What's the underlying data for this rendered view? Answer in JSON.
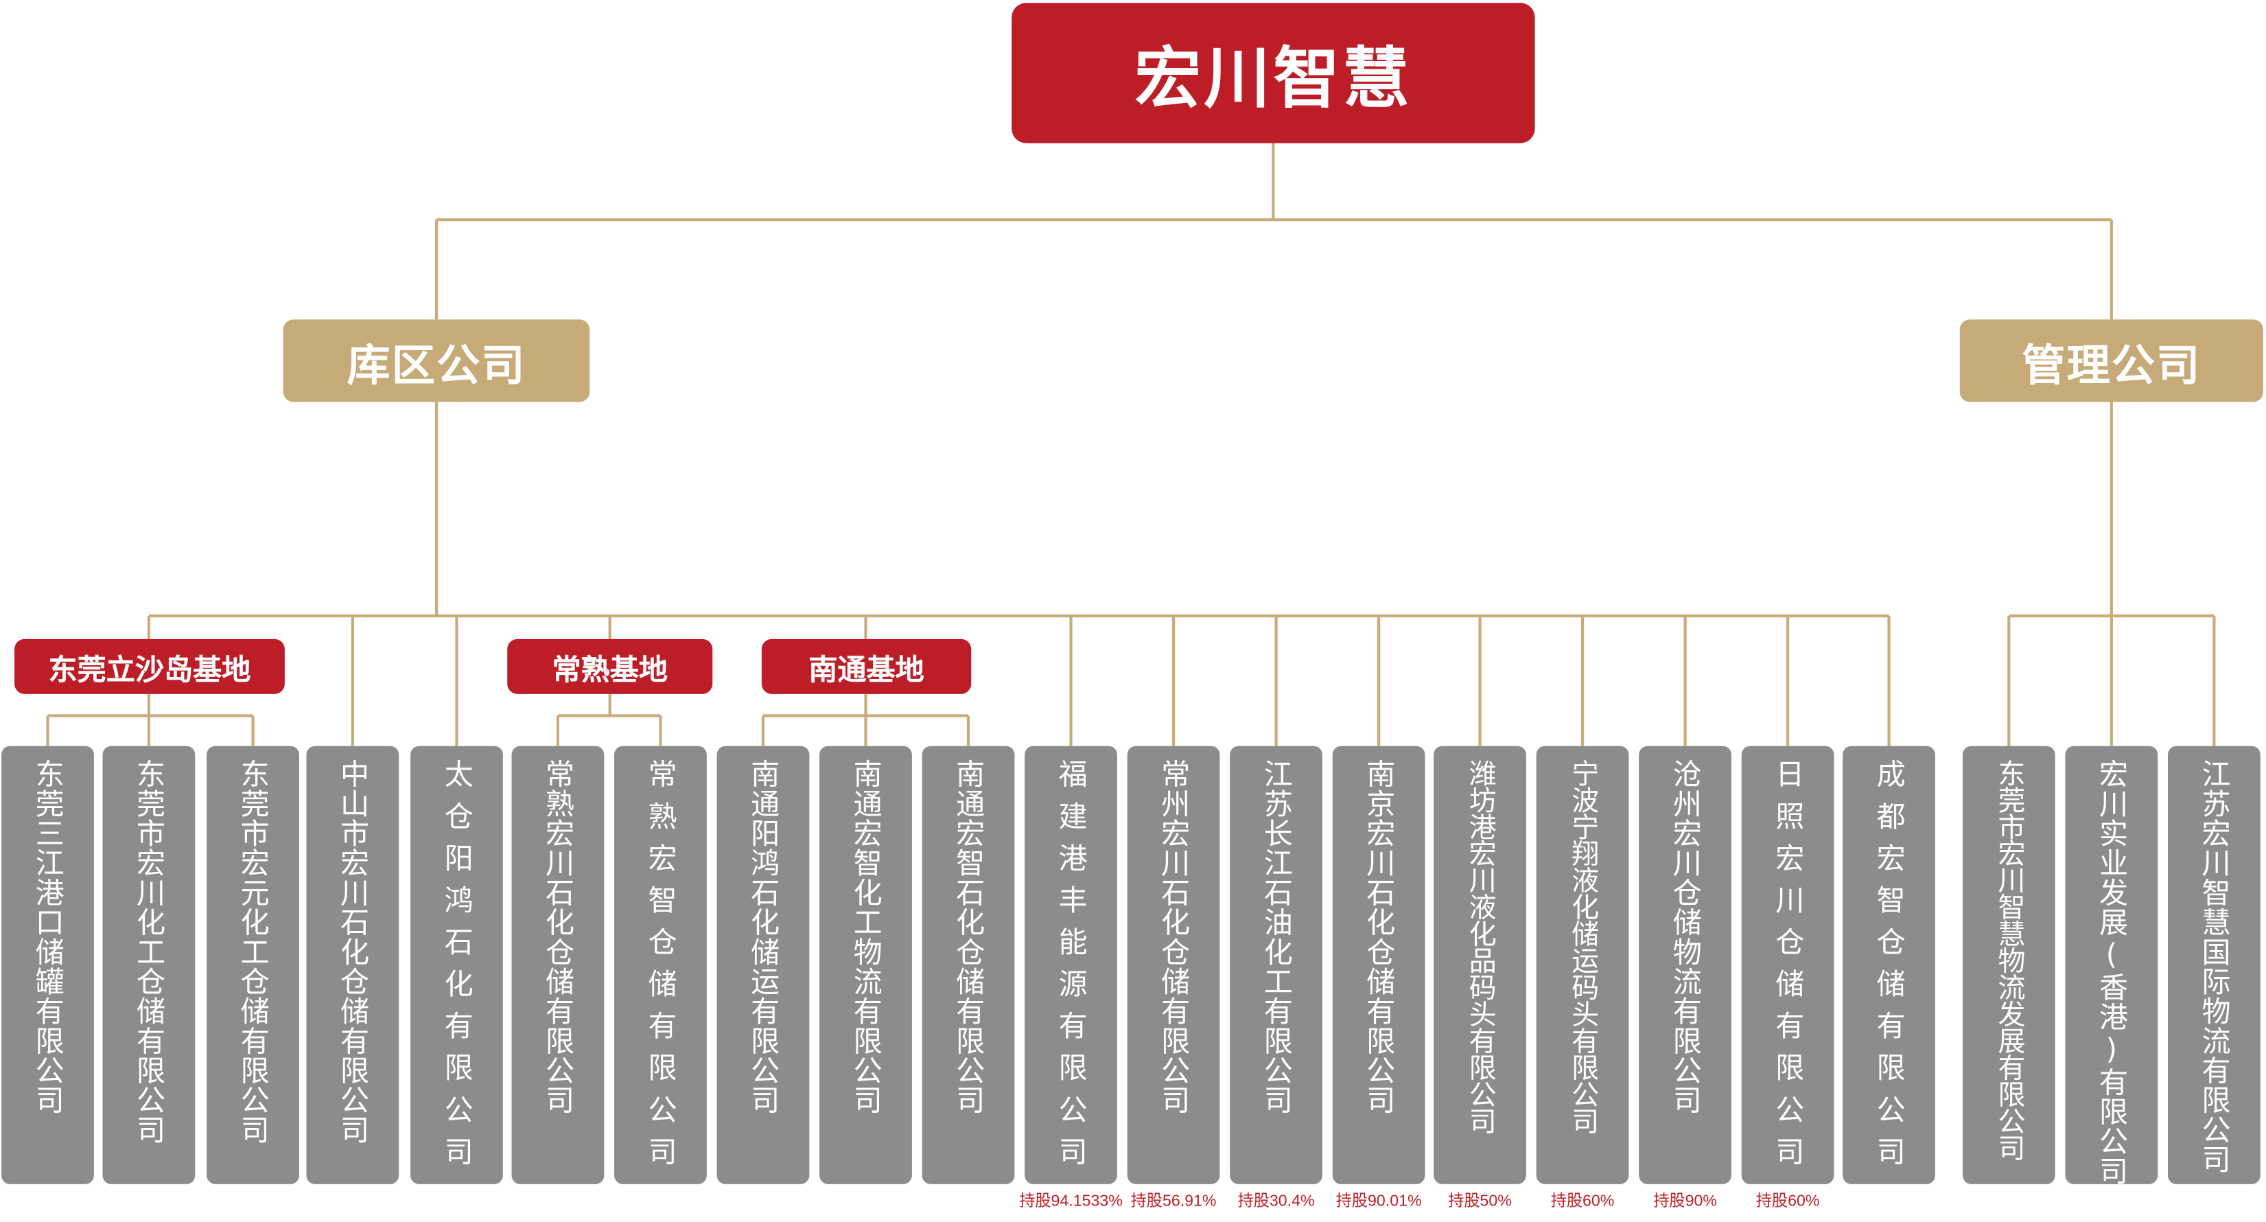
{
  "colors": {
    "root_red": "#bd1d26",
    "mid_gold": "#c6aa78",
    "line_gold": "#c8ac7c",
    "card_grey": "#8c8c8c",
    "stake_red": "#bd1d26"
  },
  "root": {
    "label": "宏川智慧"
  },
  "divisions": {
    "kuqu": {
      "label": "库区公司"
    },
    "guanli": {
      "label": "管理公司"
    }
  },
  "bases": {
    "dongguan": {
      "label": "东莞立沙岛基地"
    },
    "changshu": {
      "label": "常熟基地"
    },
    "nantong": {
      "label": "南通基地"
    }
  },
  "companies": [
    {
      "name": "东莞三江港口储罐有限公司",
      "stake": ""
    },
    {
      "name": "东莞市宏川化工仓储有限公司",
      "stake": ""
    },
    {
      "name": "东莞市宏元化工仓储有限公司",
      "stake": ""
    },
    {
      "name": "中山市宏川石化仓储有限公司",
      "stake": ""
    },
    {
      "name": "太仓阳鸿石化有限公司",
      "stake": ""
    },
    {
      "name": "常熟宏川石化仓储有限公司",
      "stake": ""
    },
    {
      "name": "常熟宏智仓储有限公司",
      "stake": ""
    },
    {
      "name": "南通阳鸿石化储运有限公司",
      "stake": ""
    },
    {
      "name": "南通宏智化工物流有限公司",
      "stake": ""
    },
    {
      "name": "南通宏智石化仓储有限公司",
      "stake": ""
    },
    {
      "name": "福建港丰能源有限公司",
      "stake": "持股94.1533%"
    },
    {
      "name": "常州宏川石化仓储有限公司",
      "stake": "持股56.91%"
    },
    {
      "name": "江苏长江石油化工有限公司",
      "stake": "持股30.4%"
    },
    {
      "name": "南京宏川石化仓储有限公司",
      "stake": "持股90.01%"
    },
    {
      "name": "潍坊港宏川液化品码头有限公司",
      "stake": "持股50%"
    },
    {
      "name": "宁波宁翔液化储运码头有限公司",
      "stake": "持股60%"
    },
    {
      "name": "沧州宏川仓储物流有限公司",
      "stake": "持股90%"
    },
    {
      "name": "日照宏川仓储有限公司",
      "stake": "持股60%"
    },
    {
      "name": "成都宏智仓储有限公司",
      "stake": ""
    },
    {
      "name": "东莞市宏川智慧物流发展有限公司",
      "stake": ""
    },
    {
      "name": "宏川实业发展(香港)有限公司",
      "stake": ""
    },
    {
      "name": "江苏宏川智慧国际物流有限公司",
      "stake": ""
    }
  ]
}
